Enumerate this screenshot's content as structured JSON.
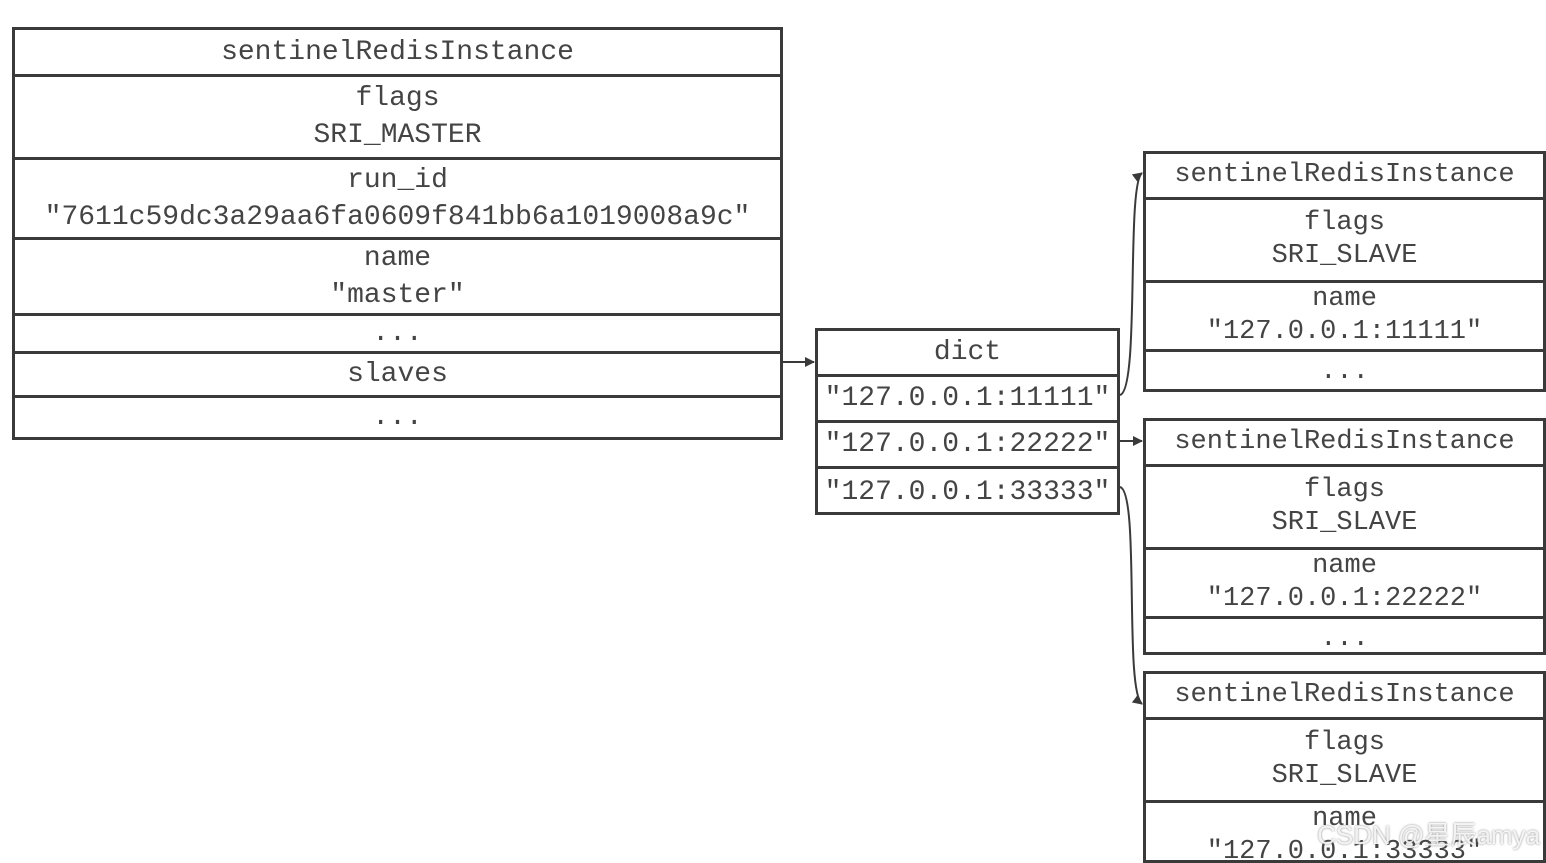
{
  "master": {
    "title": "sentinelRedisInstance",
    "flags_label": "flags",
    "flags_value": "SRI_MASTER",
    "run_id_label": "run_id",
    "run_id_value": "\"7611c59dc3a29aa6fa0609f841bb6a1019008a9c\"",
    "name_label": "name",
    "name_value": "\"master\"",
    "ellipsis_1": "...",
    "slaves_label": "slaves",
    "ellipsis_2": "..."
  },
  "dict": {
    "title": "dict",
    "keys": [
      "\"127.0.0.1:11111\"",
      "\"127.0.0.1:22222\"",
      "\"127.0.0.1:33333\""
    ]
  },
  "slaves": [
    {
      "title": "sentinelRedisInstance",
      "flags_label": "flags",
      "flags_value": "SRI_SLAVE",
      "name_label": "name",
      "name_value": "\"127.0.0.1:11111\"",
      "ellipsis": "..."
    },
    {
      "title": "sentinelRedisInstance",
      "flags_label": "flags",
      "flags_value": "SRI_SLAVE",
      "name_label": "name",
      "name_value": "\"127.0.0.1:22222\"",
      "ellipsis": "..."
    },
    {
      "title": "sentinelRedisInstance",
      "flags_label": "flags",
      "flags_value": "SRI_SLAVE",
      "name_label": "name",
      "name_value": "\"127.0.0.1:33333\""
    }
  ],
  "watermark": "CSDN @星辰amya",
  "colors": {
    "line": "#3a3a3a",
    "text": "#444444"
  }
}
